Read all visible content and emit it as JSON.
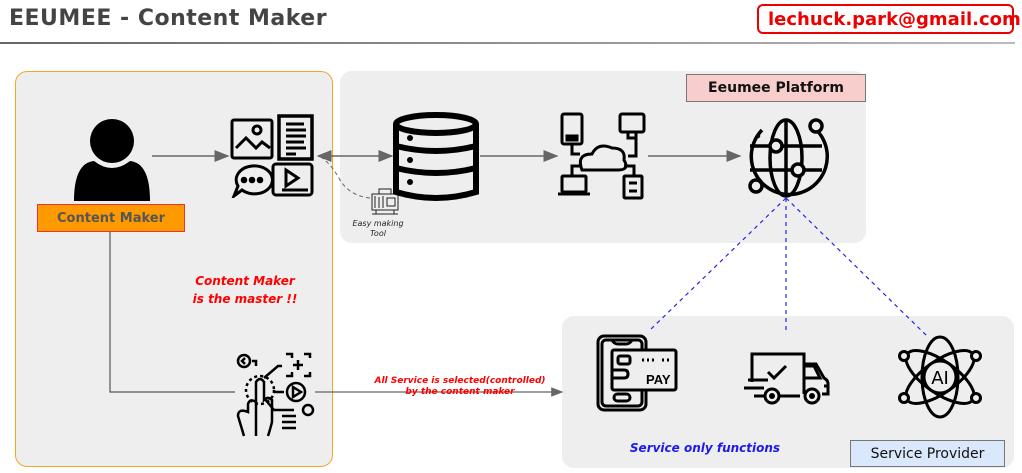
{
  "header": {
    "title": "EEUMEE - Content Maker",
    "user_email": "lechuck.park@gmail.com"
  },
  "maker_panel": {
    "role_label": "Content Maker",
    "note": [
      "Content Maker",
      "is the master !!"
    ],
    "connector_note": [
      "All Service is selected(controlled)",
      "by the content maker"
    ]
  },
  "platform_panel": {
    "label": "Eeumee Platform",
    "tool_label": [
      "Easy making",
      "Tool"
    ]
  },
  "service_panel": {
    "label": "Service Provider",
    "note": "Service only functions"
  },
  "icons": {
    "user": "user-silhouette-icon",
    "content": "content-media-icon",
    "tool": "toolbox-icon",
    "database": "database-icon",
    "network": "cloud-network-icon",
    "globe": "globe-network-icon",
    "selector": "touch-select-icon",
    "pay": "mobile-pay-icon",
    "delivery": "delivery-truck-icon",
    "ai": "ai-atom-icon"
  },
  "colors": {
    "maker_border": "#f5a623",
    "role_fill": "#ff9900",
    "platform_label_fill": "#f8cecc",
    "service_label_fill": "#dae8fc",
    "accent_red": "#ff0000",
    "link_blue": "#1a1aee"
  }
}
